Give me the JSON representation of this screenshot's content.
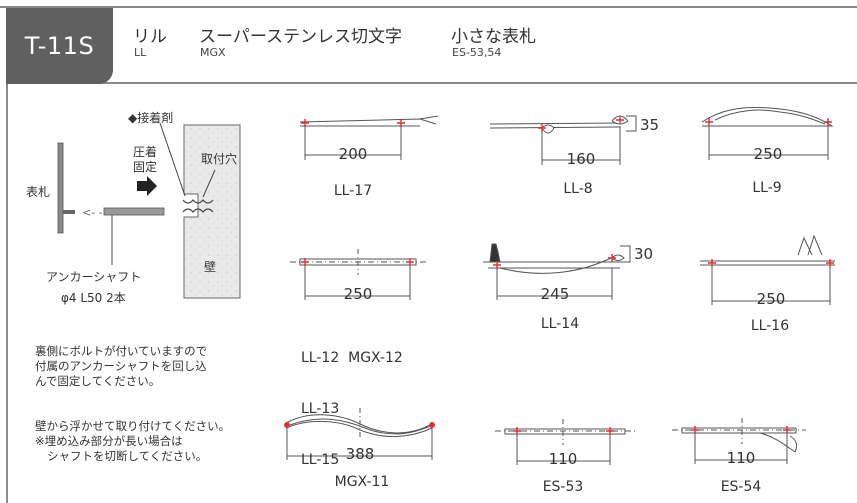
{
  "header": {
    "code": "T-11S",
    "groups": [
      {
        "title": "リル",
        "sub": "LL"
      },
      {
        "title": "スーパーステンレス切文字",
        "sub": "MGX"
      },
      {
        "title": "小さな表札",
        "sub": "ES-53,54"
      }
    ]
  },
  "diagram": {
    "adhesive": "◆接着剤",
    "press_line1": "圧着",
    "press_line2": "固定",
    "hole": "取付穴",
    "nameplate": "表札",
    "wall": "壁",
    "shaft": "アンカーシャフト",
    "shaft_spec": "φ4 L50 2本"
  },
  "notes": {
    "bolt": [
      "裏側にボルトが付いていますので",
      "付属のアンカーシャフトを回し込",
      "んで固定してください。"
    ],
    "float": [
      "壁から浮かせて取り付けてください。",
      "※埋め込み部分が長い場合は",
      "シャフトを切断してください。"
    ]
  },
  "products": [
    {
      "dim": "200",
      "label": "LL-17"
    },
    {
      "dim": "160",
      "label": "LL-8",
      "height": "35"
    },
    {
      "dim": "250",
      "label": "LL-9"
    },
    {
      "dim": "250",
      "label_lines": [
        "LL-12  MGX-12",
        "LL-13",
        "LL-15"
      ]
    },
    {
      "dim": "245",
      "label": "LL-14",
      "height": "30"
    },
    {
      "dim": "250",
      "label": "LL-16"
    },
    {
      "dim": "388",
      "label": "MGX-11"
    },
    {
      "dim": "110",
      "label": "ES-53"
    },
    {
      "dim": "110",
      "label": "ES-54"
    }
  ],
  "colors": {
    "frame": "#8a8a8a",
    "code_bg": "#606060",
    "marker": "#e03030",
    "wall": "#e9e9e9"
  }
}
